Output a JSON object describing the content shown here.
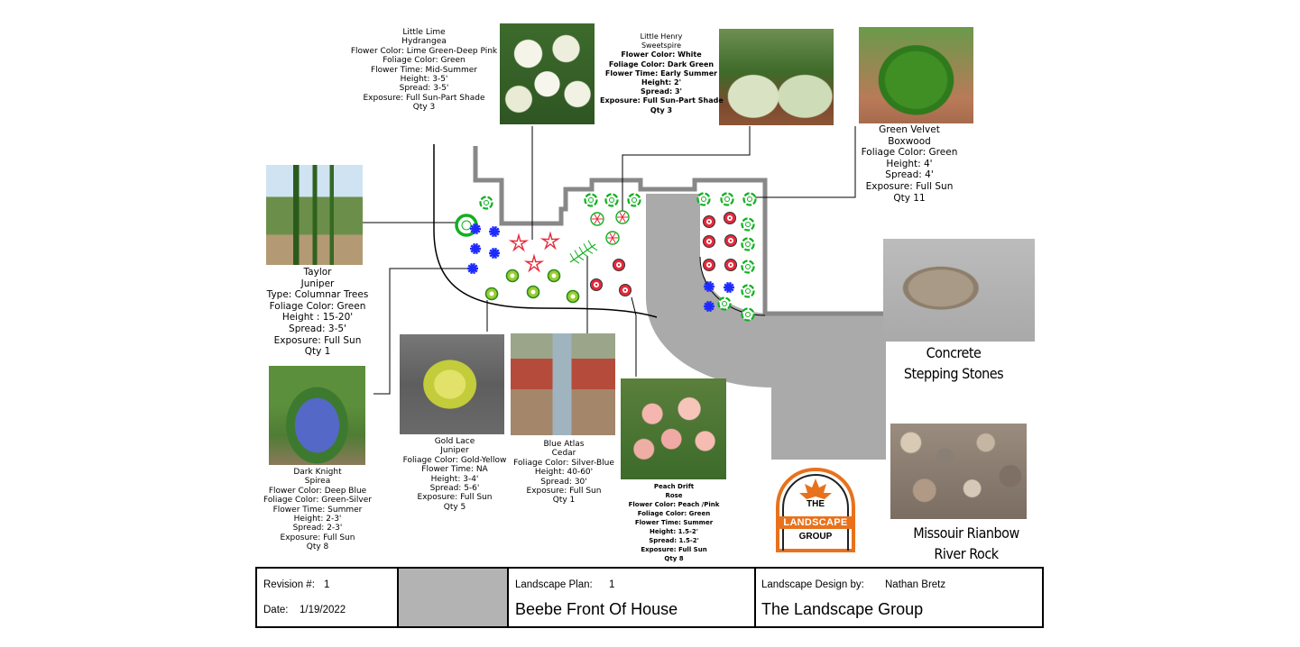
{
  "plants": {
    "little_lime": {
      "lines": [
        "Little Lime",
        "Hydrangea",
        "Flower Color: Lime Green-Deep Pink",
        "Foliage Color: Green",
        "Flower Time: Mid-Summer",
        "Height: 3-5'",
        "Spread: 3-5'",
        "Exposure: Full Sun-Part Shade",
        "Qty 3"
      ]
    },
    "little_henry": {
      "lines": [
        "Little Henry",
        "Sweetspire",
        "Flower Color: White",
        "Foliage Color: Dark Green",
        "Flower Time: Early Summer",
        "Height: 2'",
        "Spread: 3'",
        "Exposure: Full Sun-Part Shade",
        "Qty 3"
      ]
    },
    "green_velvet": {
      "lines": [
        "Green Velvet",
        "Boxwood",
        "Foliage Color: Green",
        "Height: 4'",
        "Spread: 4'",
        "Exposure: Full Sun",
        "Qty 11"
      ]
    },
    "taylor": {
      "lines": [
        "Taylor",
        "Juniper",
        "Type: Columnar Trees",
        "Foliage Color: Green",
        "Height : 15-20'",
        "Spread: 3-5'",
        "Exposure: Full Sun",
        "Qty 1"
      ]
    },
    "dark_knight": {
      "lines": [
        "Dark Knight",
        "Spirea",
        "Flower Color: Deep Blue",
        "Foliage Color: Green-Silver",
        "Flower Time: Summer",
        "Height: 2-3'",
        "Spread: 2-3'",
        "Exposure: Full Sun",
        "Qty 8"
      ]
    },
    "gold_lace": {
      "lines": [
        "Gold Lace",
        "Juniper",
        "Foliage Color: Gold-Yellow",
        "Flower Time: NA",
        "Height: 3-4'",
        "Spread: 5-6'",
        "Exposure: Full Sun",
        "Qty 5"
      ]
    },
    "blue_atlas": {
      "lines": [
        "Blue Atlas",
        "Cedar",
        "Foliage Color: Silver-Blue",
        "Height: 40-60'",
        "Spread: 30'",
        "Exposure: Full Sun",
        "Qty 1"
      ]
    },
    "peach_drift": {
      "lines": [
        "Peach Drift",
        "Rose",
        "Flower Color: Peach /Pink",
        "Foliage Color: Green",
        "Flower Time: Summer",
        "Height: 1.5-2'",
        "Spread: 1.5-2'",
        "Exposure: Full Sun",
        "Qty 8"
      ]
    }
  },
  "materials": {
    "stepping_stones": {
      "lines": [
        "Concrete",
        "Stepping Stones"
      ]
    },
    "river_rock": {
      "lines": [
        "Missouir Rianbow",
        "River Rock"
      ]
    }
  },
  "logo": {
    "text_top": "THE",
    "text_mid": "LANDSCAPE",
    "text_bottom": "GROUP"
  },
  "title_block": {
    "revision_label": "Revision #:",
    "revision_value": "1",
    "date_label": "Date:",
    "date_value": "1/19/2022",
    "plan_label": "Landscape Plan:",
    "plan_value": "1",
    "plan_name": "Beebe Front Of House",
    "designer_label": "Landscape Design by:",
    "designer_name": "Nathan Bretz",
    "company": "The Landscape Group"
  },
  "colors": {
    "path": "#aaaaaa",
    "border": "#888888",
    "blue": "#1e2bff",
    "red": "#e8283a",
    "green": "#10b020",
    "lime": "#9acd32",
    "logo_orange": "#e8721c"
  }
}
